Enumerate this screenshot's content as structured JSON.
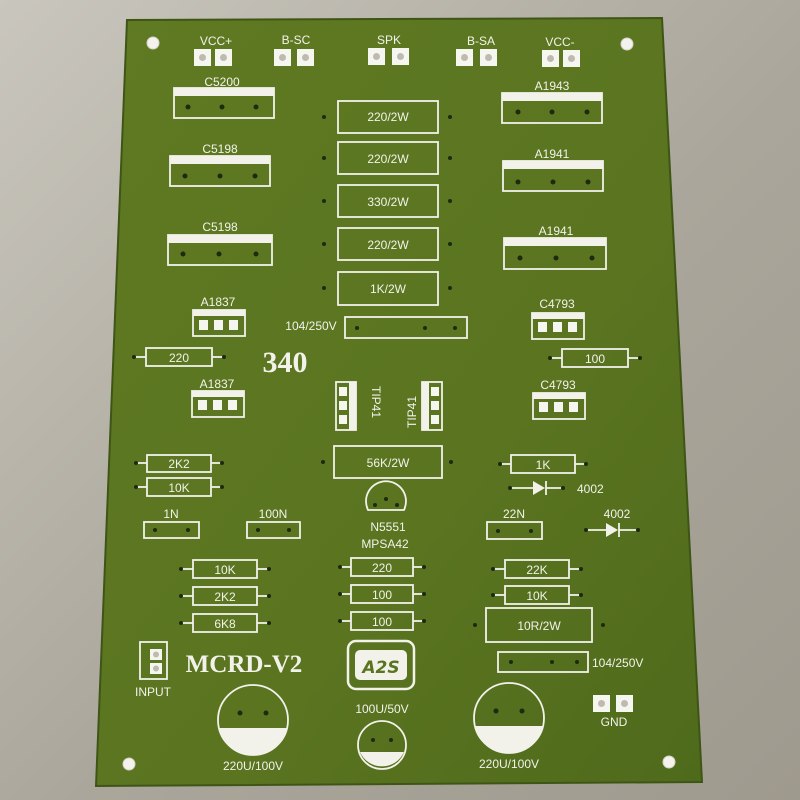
{
  "board": {
    "title": "MCRD-V2",
    "number": "340",
    "logo": "A2S",
    "colors": {
      "board": "#5a7420",
      "silk": "#f2f2ea",
      "background": "#b7b3a8"
    }
  },
  "connectors": {
    "vcc_plus": "VCC+",
    "b_sc": "B-SC",
    "spk": "SPK",
    "b_sa": "B-SA",
    "vcc_minus": "VCC-",
    "input": "INPUT",
    "gnd": "GND"
  },
  "transistors": {
    "c5200": "C5200",
    "c5198_1": "C5198",
    "c5198_2": "C5198",
    "a1943": "A1943",
    "a1941_1": "A1941",
    "a1941_2": "A1941",
    "a1837_1": "A1837",
    "a1837_2": "A1837",
    "c4793_1": "C4793",
    "c4793_2": "C4793",
    "tip41_1": "TIP41",
    "tip41_2": "TIP41",
    "n5551": "N5551",
    "mpsa42": "MPSA42"
  },
  "resistors": {
    "r1": "220/2W",
    "r2": "220/2W",
    "r3": "330/2W",
    "r4": "220/2W",
    "r5": "1K/2W",
    "r6": "56K/2W",
    "r7": "10R/2W",
    "r220_left": "220",
    "r100_right": "100",
    "r2k2_a": "2K2",
    "r10k_a": "10K",
    "r1k": "1K",
    "r10k_b": "10K",
    "r2k2_b": "2K2",
    "r6k8": "6K8",
    "r220_mid": "220",
    "r100_mid1": "100",
    "r100_mid2": "100",
    "r22k": "22K",
    "r10k_c": "10K"
  },
  "capacitors": {
    "c104_top": "104/250V",
    "c104_bottom": "104/250V",
    "c1n": "1N",
    "c100n": "100N",
    "c22n": "22N",
    "c220u_left": "220U/100V",
    "c220u_right": "220U/100V",
    "c100u": "100U/50V"
  },
  "diodes": {
    "d1": "4002",
    "d2": "4002"
  }
}
